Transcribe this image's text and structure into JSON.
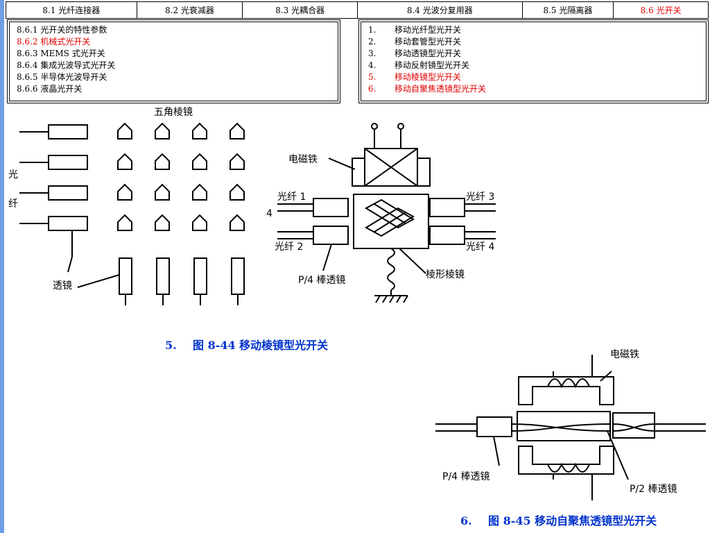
{
  "tabs": [
    {
      "label": "8.1 光纤连接器",
      "active": false
    },
    {
      "label": "8.2 光衰减器",
      "active": false
    },
    {
      "label": "8.3 光耦合器",
      "active": false
    },
    {
      "label": "8.4 光波分复用器",
      "active": false
    },
    {
      "label": "8.5 光隔离器",
      "active": false
    },
    {
      "label": "8.6 光开关",
      "active": true
    }
  ],
  "section_list": [
    {
      "label": "8.6.1 光开关的特性参数",
      "highlight": false
    },
    {
      "label": "8.6.2 机械式光开关",
      "highlight": true
    },
    {
      "label": "8.6.3 MEMS 式光开关",
      "highlight": false
    },
    {
      "label": "8.6.4 集成光波导式光开关",
      "highlight": false
    },
    {
      "label": "8.6.5 半导体光波导开关",
      "highlight": false
    },
    {
      "label": "8.6.6 液晶光开关",
      "highlight": false
    }
  ],
  "type_list": [
    {
      "num": "1.",
      "label": "移动光纤型光开关",
      "highlight": false
    },
    {
      "num": "2.",
      "label": "移动套管型光开关",
      "highlight": false
    },
    {
      "num": "3.",
      "label": "移动透镜型光开关",
      "highlight": false
    },
    {
      "num": "4.",
      "label": "移动反射镜型光开关",
      "highlight": false
    },
    {
      "num": "5.",
      "label": "移动棱镜型光开关",
      "highlight": true
    },
    {
      "num": "6.",
      "label": "移动自聚焦透镜型光开关",
      "highlight": true
    }
  ],
  "figure1": {
    "pentaprism_label": "五角棱镜",
    "side_label_1": "光",
    "side_label_2": "纤",
    "lens_label": "透镜",
    "port_number": "4"
  },
  "figure2": {
    "electromagnet": "电磁铁",
    "fiber1": "光纤 1",
    "fiber2": "光纤 2",
    "fiber3": "光纤 3",
    "fiber4": "光纤 4",
    "rod_lens": "P/4 棒透镜",
    "prism": "棱形棱镜"
  },
  "caption1": {
    "num": "5.",
    "text": "图 8-44 移动棱镜型光开关"
  },
  "figure3": {
    "electromagnet": "电磁铁",
    "rod_lens_q": "P/4 棒透镜",
    "rod_lens_h": "P/2 棒透镜"
  },
  "caption2": {
    "num": "6.",
    "text": "图 8-45 移动自聚焦透镜型光开关"
  },
  "colors": {
    "accent_red": "#e00000",
    "caption_blue": "#0033cc",
    "side_bar": "#6fa0e6"
  }
}
